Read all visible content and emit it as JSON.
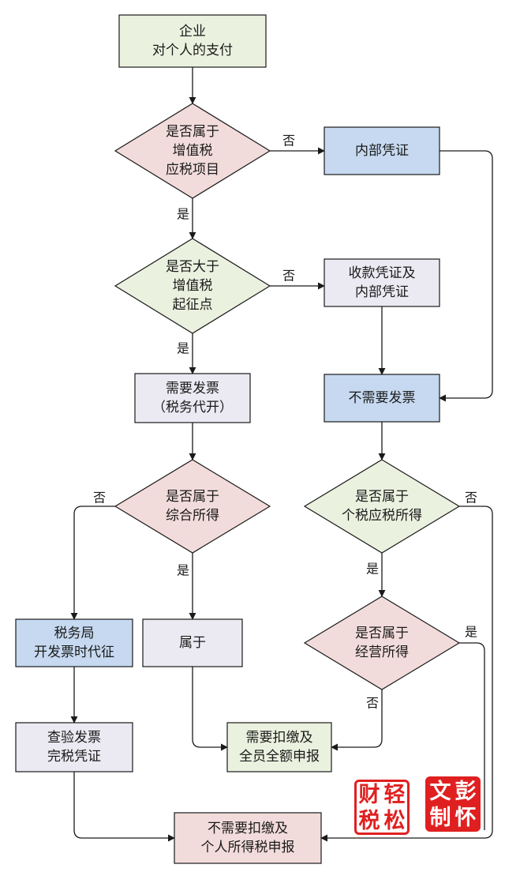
{
  "nodes": [
    {
      "id": "start",
      "lines": [
        "企业",
        "对个人的支付"
      ]
    },
    {
      "id": "d-vat-item",
      "lines": [
        "是否属于",
        "增值税",
        "应税项目"
      ]
    },
    {
      "id": "internal-voucher",
      "lines": [
        "内部凭证"
      ]
    },
    {
      "id": "d-threshold",
      "lines": [
        "是否大于",
        "增值税",
        "起征点"
      ]
    },
    {
      "id": "receipt-voucher",
      "lines": [
        "收款凭证及",
        "内部凭证"
      ]
    },
    {
      "id": "need-invoice",
      "lines": [
        "需要发票",
        "（税务代开）"
      ]
    },
    {
      "id": "no-invoice",
      "lines": [
        "不需要发票"
      ]
    },
    {
      "id": "d-comprehensive",
      "lines": [
        "是否属于",
        "综合所得"
      ]
    },
    {
      "id": "d-iit-item",
      "lines": [
        "是否属于",
        "个税应税所得"
      ]
    },
    {
      "id": "tax-bureau",
      "lines": [
        "税务局",
        "开发票时代征"
      ]
    },
    {
      "id": "belongs",
      "lines": [
        "属于"
      ]
    },
    {
      "id": "d-business",
      "lines": [
        "是否属于",
        "经营所得"
      ]
    },
    {
      "id": "check-invoice",
      "lines": [
        "查验发票",
        "完税凭证"
      ]
    },
    {
      "id": "withhold",
      "lines": [
        "需要扣缴及",
        "全员全额申报"
      ]
    },
    {
      "id": "no-withhold",
      "lines": [
        "不需要扣缴及",
        "个人所得税申报"
      ]
    }
  ],
  "edge_labels": {
    "no": "否",
    "yes": "是"
  },
  "colors": {
    "green": "#ebf1df",
    "pink": "#f2dcdb",
    "blue": "#c6d9f0",
    "lavender": "#ebe9f1",
    "stroke": "#1a1a1a",
    "stamp": "#e02020"
  },
  "stamps": [
    {
      "chars": [
        "财",
        "轻",
        "税",
        "松"
      ]
    },
    {
      "chars": [
        "文",
        "彭",
        "制",
        "怀"
      ]
    }
  ]
}
